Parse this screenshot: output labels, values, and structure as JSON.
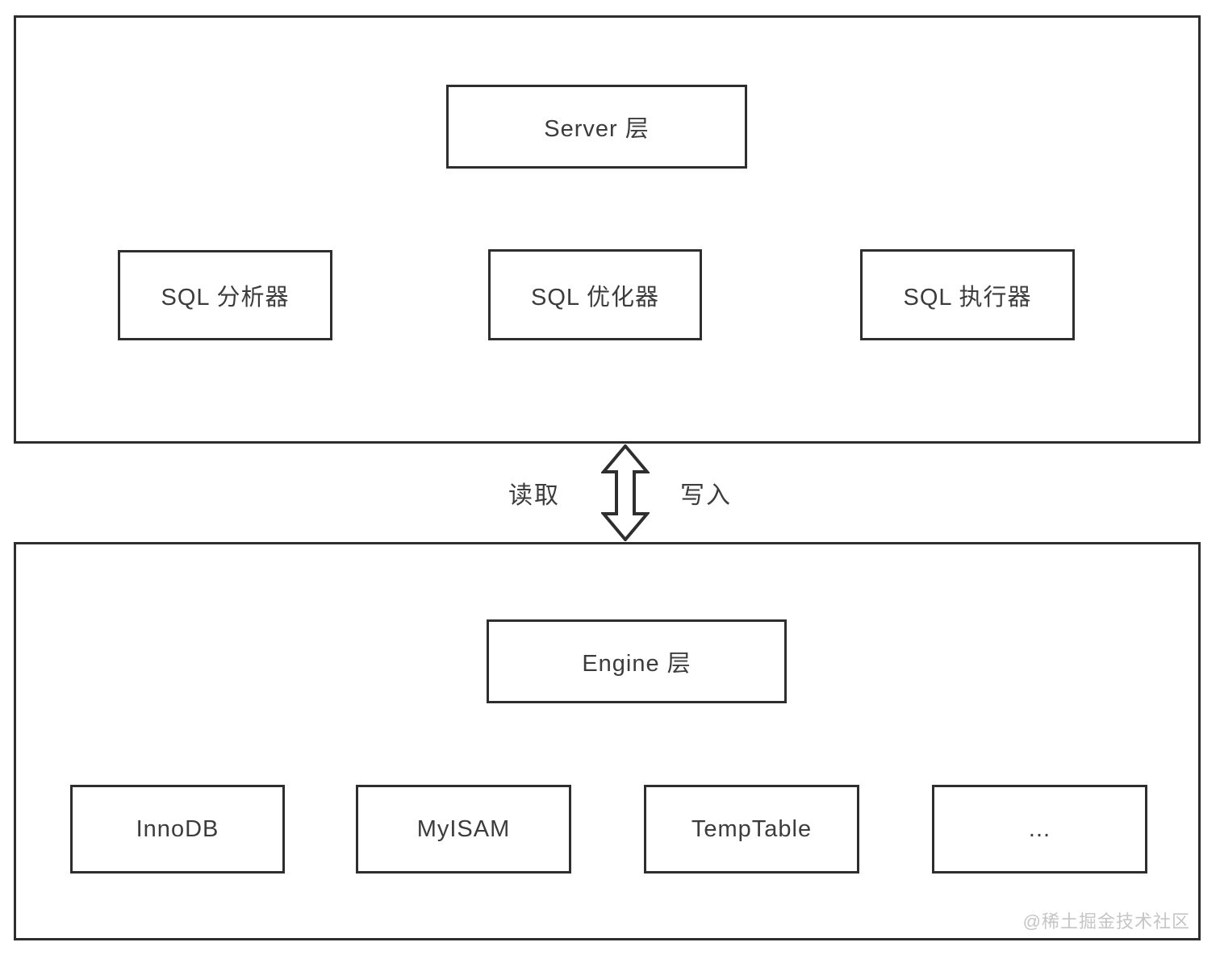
{
  "diagram": {
    "server_layer": {
      "title": "Server 层",
      "components": [
        {
          "label": "SQL 分析器"
        },
        {
          "label": "SQL 优化器"
        },
        {
          "label": "SQL 执行器"
        }
      ]
    },
    "connector": {
      "read_label": "读取",
      "write_label": "写入",
      "arrow_icon": "double-headed-vertical-arrow"
    },
    "engine_layer": {
      "title": "Engine 层",
      "components": [
        {
          "label": "InnoDB"
        },
        {
          "label": "MyISAM"
        },
        {
          "label": "TempTable"
        },
        {
          "label": "..."
        }
      ]
    },
    "watermark": "@稀土掘金技术社区",
    "colors": {
      "line": "#2e2e2e",
      "text": "#3c3c3c",
      "watermark": "#c5c5c5",
      "background": "#ffffff"
    }
  }
}
